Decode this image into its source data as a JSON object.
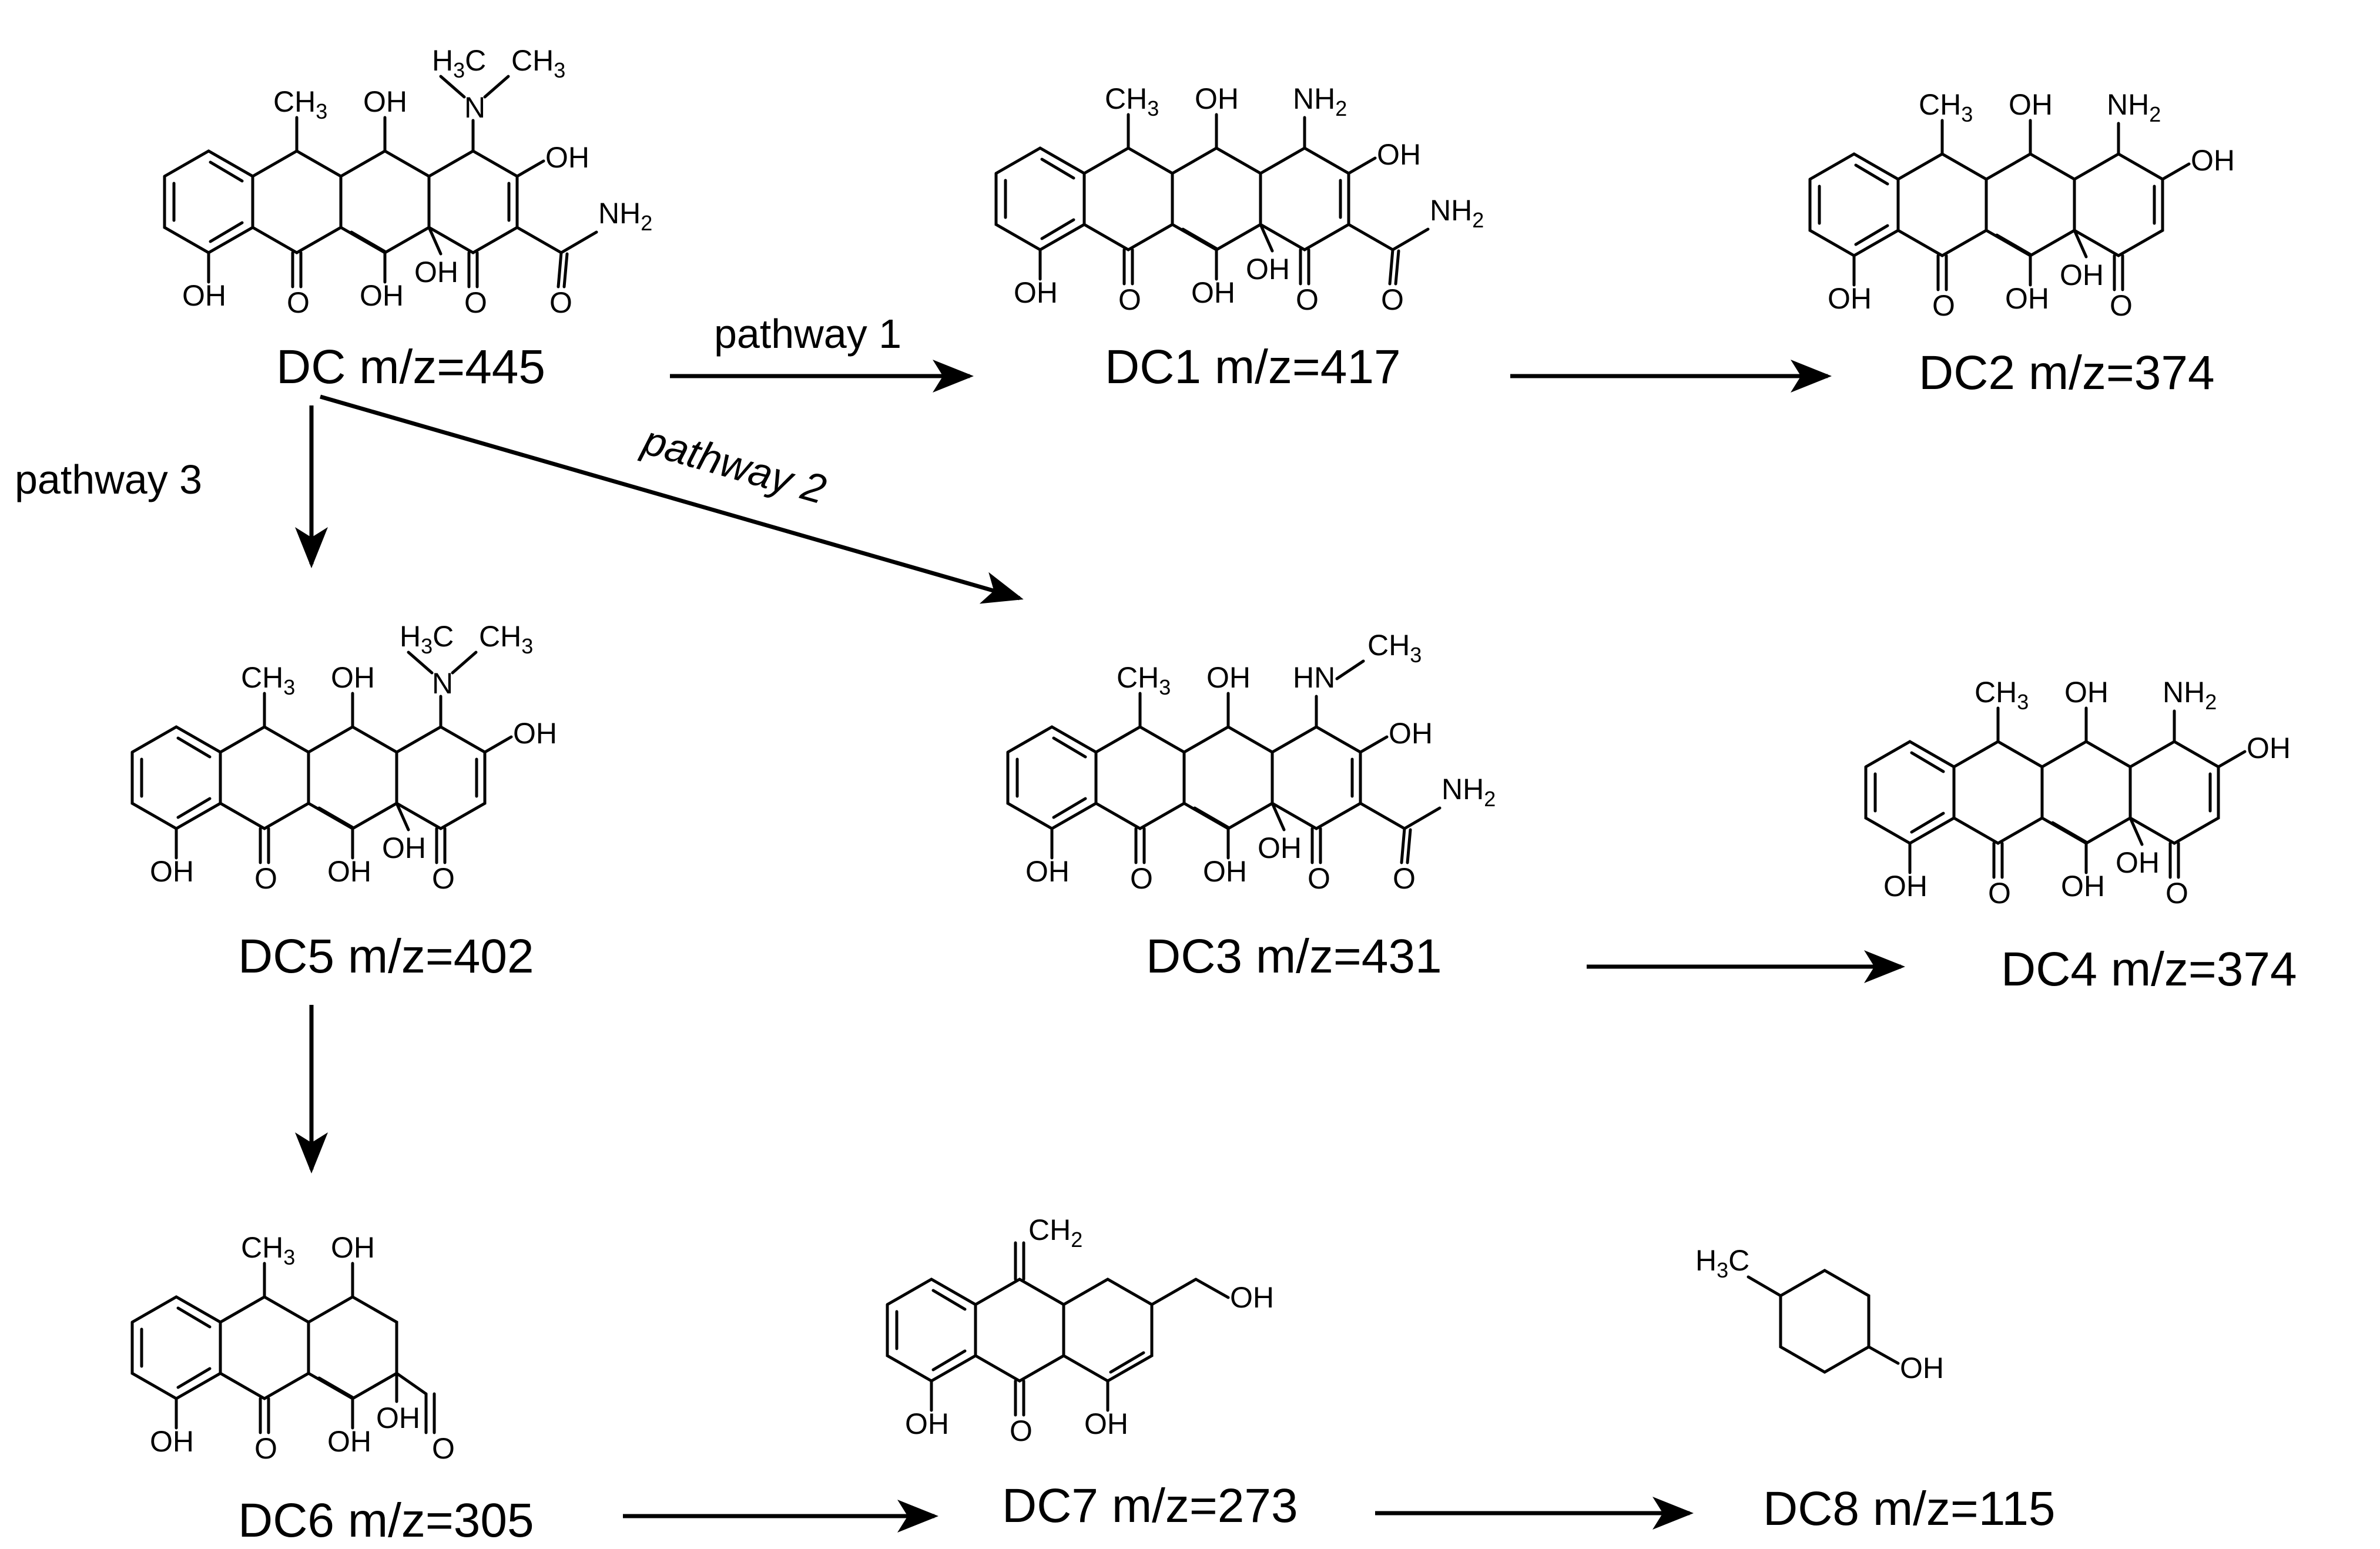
{
  "compounds": [
    {
      "id": "DC",
      "label": "DC m/z=445"
    },
    {
      "id": "DC1",
      "label": "DC1 m/z=417"
    },
    {
      "id": "DC2",
      "label": "DC2 m/z=374"
    },
    {
      "id": "DC3",
      "label": "DC3 m/z=431"
    },
    {
      "id": "DC4",
      "label": "DC4 m/z=374"
    },
    {
      "id": "DC5",
      "label": "DC5 m/z=402"
    },
    {
      "id": "DC6",
      "label": "DC6 m/z=305"
    },
    {
      "id": "DC7",
      "label": "DC7 m/z=273"
    },
    {
      "id": "DC8",
      "label": "DC8 m/z=115"
    }
  ],
  "pathways": {
    "p1": "pathway 1",
    "p2": "pathway 2",
    "p3": "pathway 3"
  },
  "atoms": {
    "oh": "OH",
    "o": "O",
    "n": "N",
    "nh2": "NH",
    "nh": "HN",
    "h3c": "H",
    "ch3": "CH",
    "ch2": "CH",
    "sub2": "2",
    "sub3": "3",
    "h3c_c": "C"
  }
}
